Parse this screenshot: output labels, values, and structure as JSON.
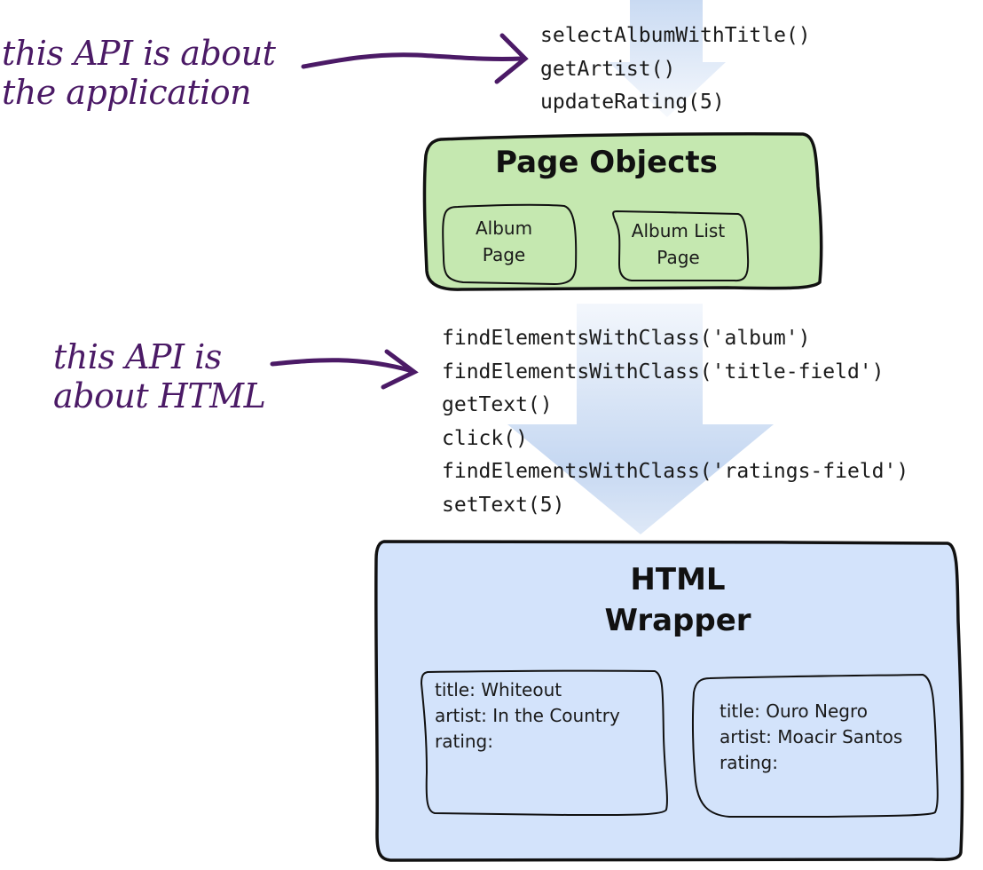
{
  "annotations": {
    "application_note": [
      "this API is about",
      "the application"
    ],
    "html_note": [
      "this API is",
      "about HTML"
    ]
  },
  "application_api": [
    "selectAlbumWithTitle()",
    "getArtist()",
    "updateRating(5)"
  ],
  "page_objects": {
    "title": "Page Objects",
    "album_page": [
      "Album",
      "Page"
    ],
    "album_list_page": [
      "Album List",
      "Page"
    ]
  },
  "html_api": [
    "findElementsWithClass('album')",
    "findElementsWithClass('title-field')",
    "getText()",
    "click()",
    "findElementsWithClass('ratings-field')",
    "setText(5)"
  ],
  "html_wrapper": {
    "title": [
      "HTML",
      "Wrapper"
    ],
    "records": [
      {
        "title": "title: Whiteout",
        "artist": "artist: In the Country",
        "rating": "rating:"
      },
      {
        "title": "title: Ouro Negro",
        "artist": "artist: Moacir Santos",
        "rating": "rating:"
      }
    ]
  },
  "colors": {
    "page_objects_fill": "#c5e8b0",
    "html_wrapper_fill": "#d3e3fb",
    "annotation_ink": "#4b1a66",
    "flow_arrow": "#c7d8f0"
  }
}
